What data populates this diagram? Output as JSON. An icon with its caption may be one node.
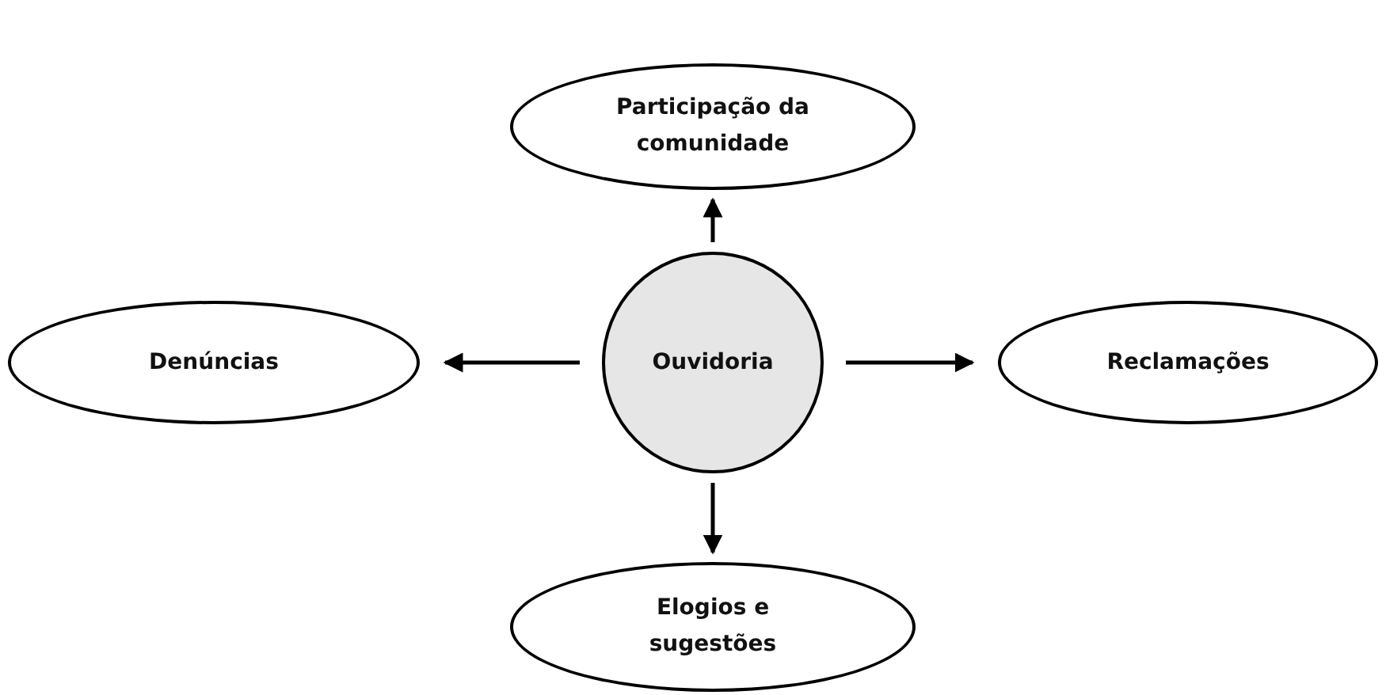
{
  "diagram": {
    "nodes": [
      {
        "text": [
          "Participação da comunidade"
        ]
      },
      {
        "text": [
          "Denúncias"
        ]
      },
      {
        "text": [
          "Ouvidoria"
        ]
      },
      {
        "text": [
          "Reclamações"
        ]
      },
      {
        "text": [
          "Elogios e sugestões"
        ]
      }
    ],
    "edges": [
      {
        "from": 2,
        "to": 0,
        "arrow": "to"
      },
      {
        "from": 2,
        "to": 1,
        "arrow": "to"
      },
      {
        "from": 2,
        "to": 3,
        "arrow": "to"
      },
      {
        "from": 2,
        "to": 4,
        "arrow": "to"
      }
    ]
  }
}
